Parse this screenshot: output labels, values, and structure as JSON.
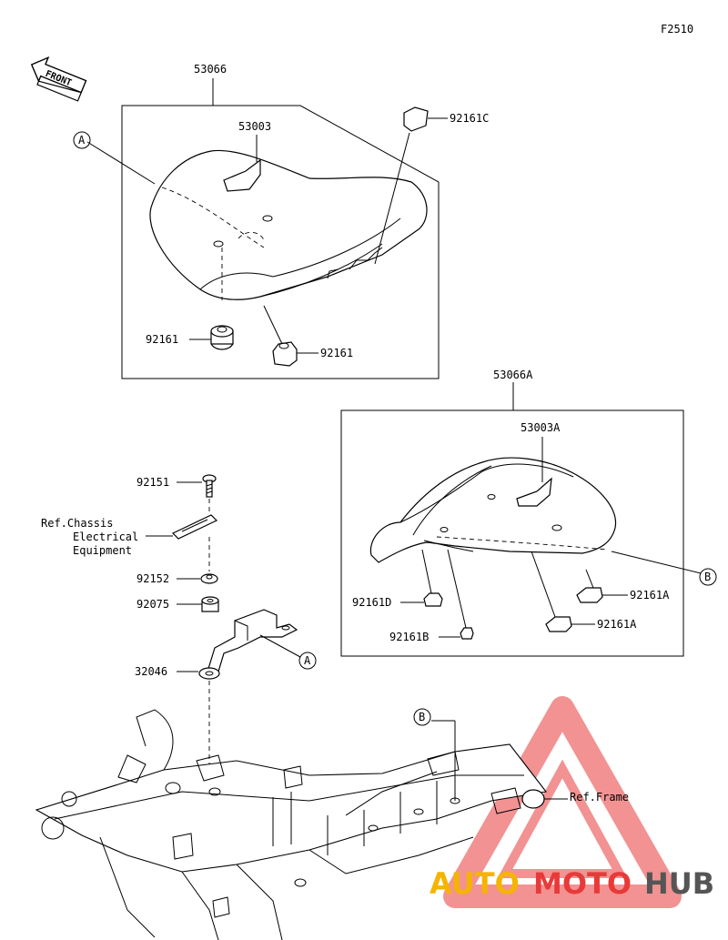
{
  "diagram": {
    "code": "F2510",
    "front_label": "FRONT",
    "labels": {
      "seat_assy": "53066",
      "seat_cover": "53003",
      "bracket_c": "92161C",
      "damper_left": "92161",
      "damper_right": "92161",
      "ref_a_1": "A",
      "rear_seat_assy": "53066A",
      "rear_seat_cover": "53003A",
      "ref_b_1": "B",
      "damper_a_1": "92161A",
      "damper_a_2": "92161A",
      "damper_d": "92161D",
      "damper_b": "92161B",
      "bolt": "92151",
      "ref_chassis_1": "Ref.Chassis",
      "ref_chassis_2": "Electrical",
      "ref_chassis_3": "Equipment",
      "collar": "92152",
      "damper_92075": "92075",
      "bracket_32046": "32046",
      "ref_a_2": "A",
      "ref_b_2": "B",
      "ref_frame": "Ref.Frame"
    }
  },
  "watermark": {
    "part1": "AUTO",
    "part2": "MOTO",
    "part3": "HUB",
    "color_red": "#e83a3a",
    "color_yellow": "#f5b400",
    "color_gray": "#555555"
  }
}
